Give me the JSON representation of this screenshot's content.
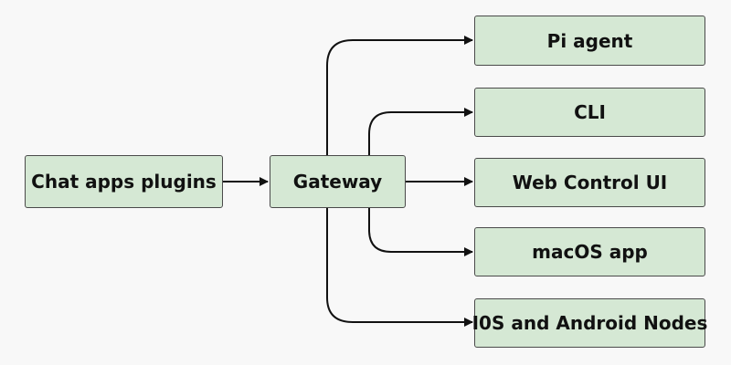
{
  "colors": {
    "background": "#f8f8f8",
    "node_fill": "#d5e8d4",
    "node_border": "#4a4a4a",
    "edge": "#111111"
  },
  "nodes": {
    "chat_apps": "Chat apps plugins",
    "gateway": "Gateway",
    "pi_agent": "Pi agent",
    "cli": "CLI",
    "web_control": "Web Control UI",
    "macos_app": "macOS app",
    "ios_android": "I0S and Android Nodes"
  },
  "edges": [
    {
      "from": "chat_apps",
      "to": "gateway"
    },
    {
      "from": "gateway",
      "to": "pi_agent"
    },
    {
      "from": "gateway",
      "to": "cli"
    },
    {
      "from": "gateway",
      "to": "web_control"
    },
    {
      "from": "gateway",
      "to": "macos_app"
    },
    {
      "from": "gateway",
      "to": "ios_android"
    }
  ]
}
